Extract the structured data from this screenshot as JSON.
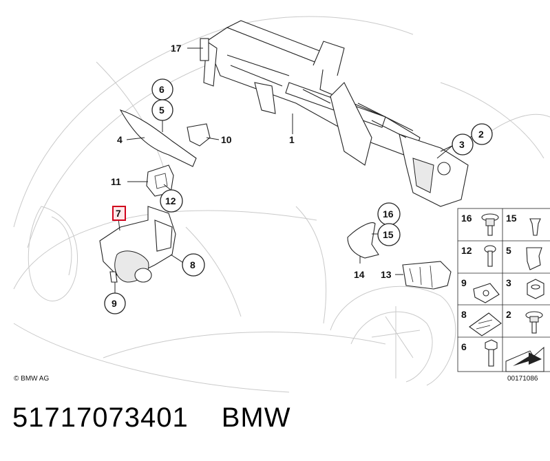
{
  "diagram": {
    "copyright": "© BMW AG",
    "drawing_number": "00171086",
    "highlighted_callout": "7",
    "callouts": {
      "c1": "1",
      "c2": "2",
      "c3": "3",
      "c4": "4",
      "c5": "5",
      "c6": "6",
      "c7": "7",
      "c8": "8",
      "c9": "9",
      "c10": "10",
      "c11": "11",
      "c12": "12",
      "c13": "13",
      "c14": "14",
      "c15": "15",
      "c16": "16",
      "c17": "17"
    },
    "legend_grid": [
      "16",
      "15",
      "12",
      "5",
      "9",
      "3",
      "8",
      "2",
      "6"
    ]
  },
  "caption": {
    "part_number": "51717073401",
    "brand": "BMW"
  },
  "colors": {
    "highlight": "#d0021b",
    "car_outline": "#c9c9c9"
  }
}
